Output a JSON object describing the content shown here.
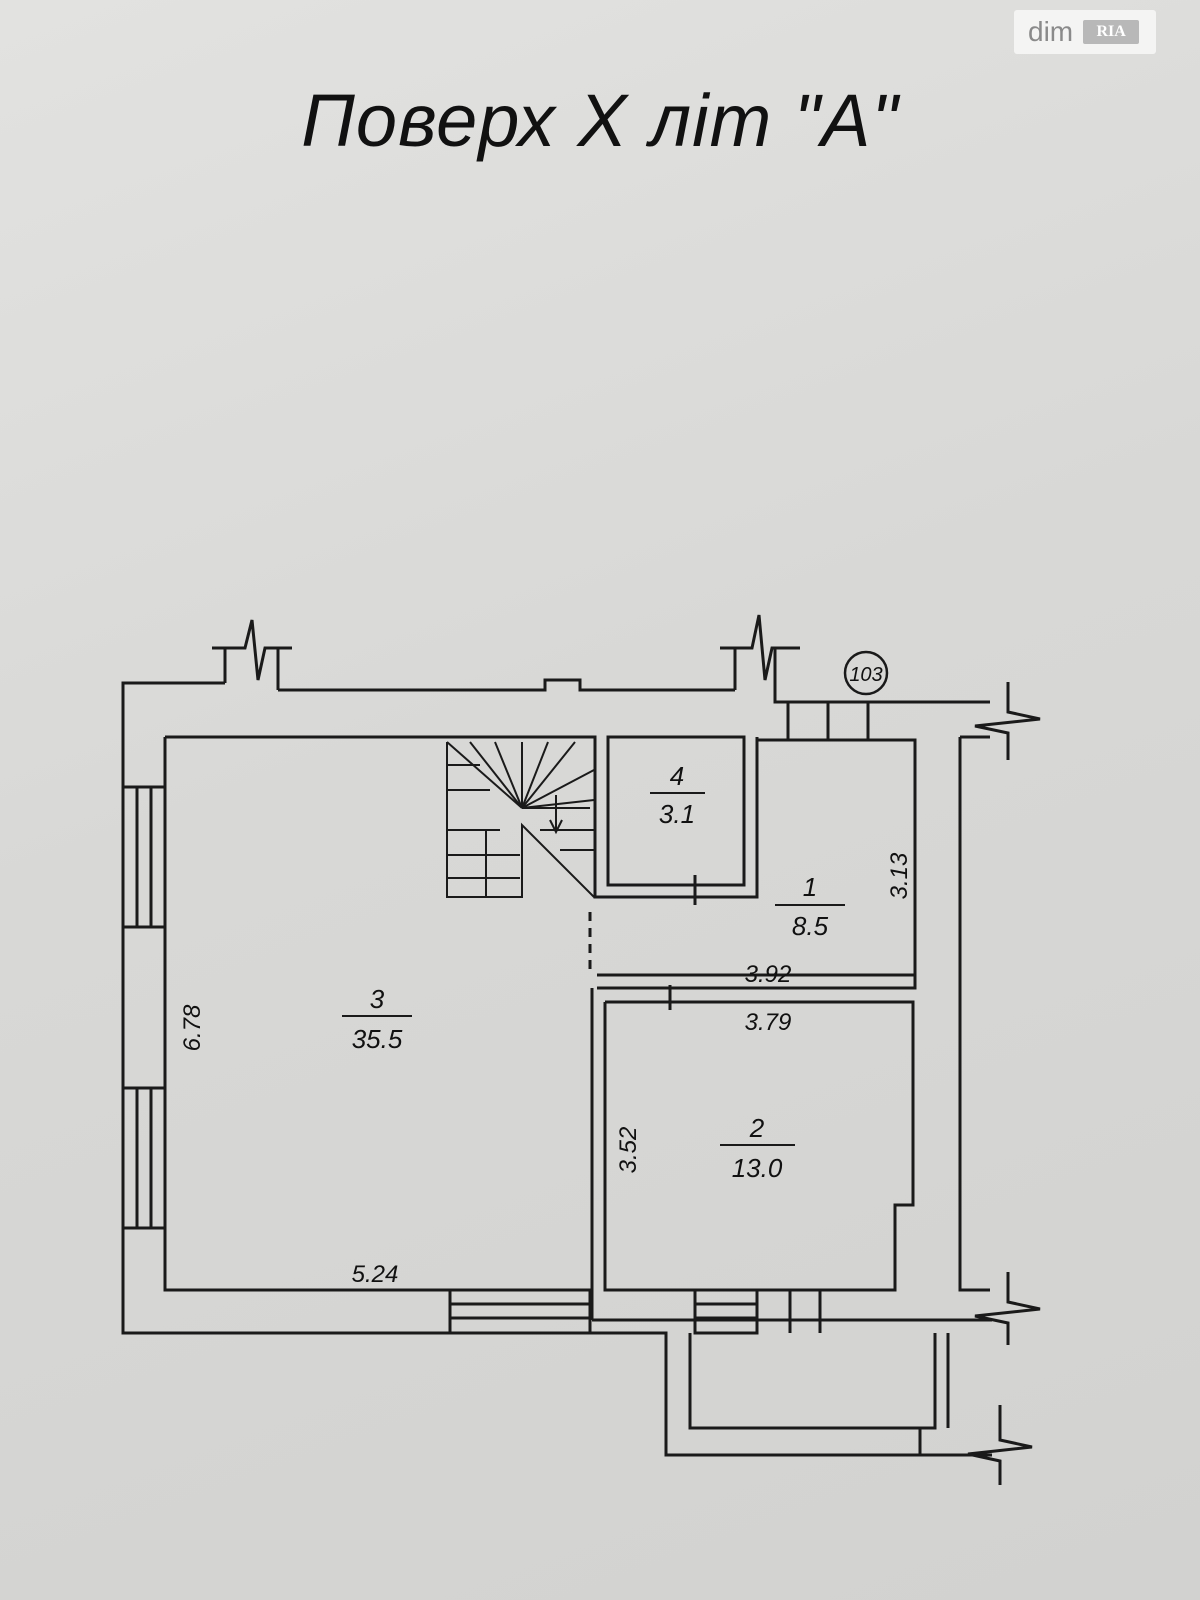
{
  "title": "Поверх X літ \"А\"",
  "watermark": {
    "text": "dim",
    "logo": "RIA"
  },
  "marker": "103",
  "rooms": [
    {
      "number": "1",
      "area": "8.5"
    },
    {
      "number": "2",
      "area": "13.0"
    },
    {
      "number": "3",
      "area": "35.5"
    },
    {
      "number": "4",
      "area": "3.1"
    }
  ],
  "dimensions": {
    "room1_height": "3.13",
    "room1_width": "3.92",
    "room2_width": "3.79",
    "room2_height": "3.52",
    "room3_height": "6.78",
    "room3_width": "5.24"
  }
}
